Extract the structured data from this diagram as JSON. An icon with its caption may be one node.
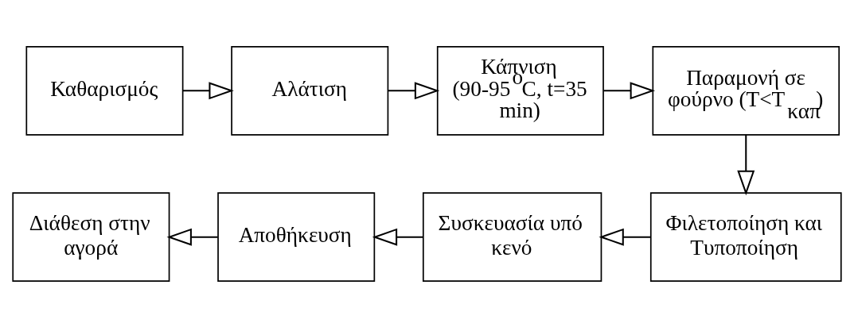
{
  "diagram": {
    "nodes": [
      {
        "text": [
          "Καθαρισμός"
        ]
      },
      {
        "text": [
          "Αλάτιση"
        ]
      },
      {
        "text": [
          "Κάπνιση (90-95$^{o}$C, t=35 min)"
        ]
      },
      {
        "text": [
          "Παραμονή σε φούρνο (T<T$_{καπ}$)"
        ]
      },
      {
        "text": [
          "Φιλετοποίηση και Τυποποίηση"
        ]
      },
      {
        "text": [
          "Συσκευασία υπό κενό"
        ]
      },
      {
        "text": [
          "Αποθήκευση"
        ]
      },
      {
        "text": [
          "Διάθεση στην αγορά"
        ]
      }
    ],
    "edges": [
      {
        "from": 0,
        "to": 1,
        "arrow": "to"
      },
      {
        "from": 1,
        "to": 2,
        "arrow": "to"
      },
      {
        "from": 2,
        "to": 3,
        "arrow": "to"
      },
      {
        "from": 3,
        "to": 4,
        "arrow": "to"
      },
      {
        "from": 4,
        "to": 5,
        "arrow": "to"
      },
      {
        "from": 5,
        "to": 6,
        "arrow": "to"
      },
      {
        "from": 6,
        "to": 7,
        "arrow": "to"
      }
    ]
  }
}
